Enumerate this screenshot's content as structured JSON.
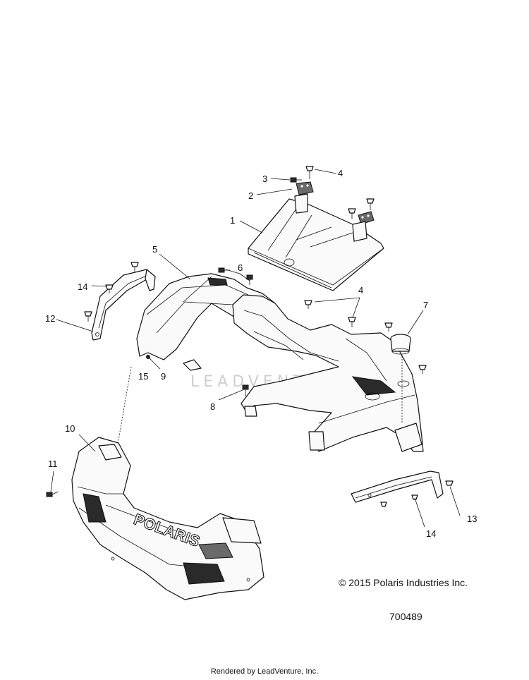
{
  "callouts": [
    {
      "id": "c1",
      "label": "1"
    },
    {
      "id": "c2",
      "label": "2"
    },
    {
      "id": "c3",
      "label": "3"
    },
    {
      "id": "c4a",
      "label": "4"
    },
    {
      "id": "c4b",
      "label": "4"
    },
    {
      "id": "c5",
      "label": "5"
    },
    {
      "id": "c6",
      "label": "6"
    },
    {
      "id": "c7",
      "label": "7"
    },
    {
      "id": "c8",
      "label": "8"
    },
    {
      "id": "c9",
      "label": "9"
    },
    {
      "id": "c10",
      "label": "10"
    },
    {
      "id": "c11",
      "label": "11"
    },
    {
      "id": "c12",
      "label": "12"
    },
    {
      "id": "c13",
      "label": "13"
    },
    {
      "id": "c14a",
      "label": "14"
    },
    {
      "id": "c14b",
      "label": "14"
    },
    {
      "id": "c15",
      "label": "15"
    }
  ],
  "brand_text": "POLARIS",
  "watermark": "LEADVENTURE",
  "copyright": "© 2015 Polaris Industries Inc.",
  "part_number": "700489",
  "footer": "Rendered by LeadVenture, Inc."
}
